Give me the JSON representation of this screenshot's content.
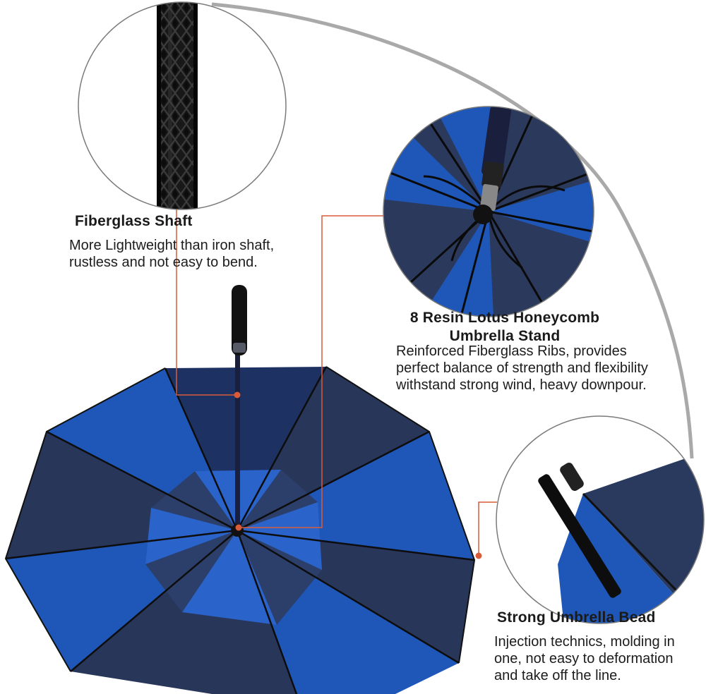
{
  "colors": {
    "accent_line": "#d95c3a",
    "arc": "#a9a9a9",
    "canopy_blue": "#1f57b8",
    "canopy_navy": "#2a3a5e",
    "shaft": "#141414"
  },
  "features": [
    {
      "title": "Fiberglass Shaft",
      "lines": [
        "More Lightweight than iron shaft,",
        "rustless and not easy to bend."
      ],
      "icon": "fiberglass-shaft-closeup"
    },
    {
      "title_lines": [
        "8 Resin Lotus Honeycomb",
        "Umbrella Stand"
      ],
      "lines": [
        "Reinforced Fiberglass Ribs, provides",
        "perfect balance of strength and flexibility",
        "withstand strong wind, heavy downpour."
      ],
      "icon": "umbrella-stand-closeup"
    },
    {
      "title": "Strong Umbrella Bead",
      "lines": [
        "Injection technics, molding in",
        "one, not easy to deformation",
        "and take off the line."
      ],
      "icon": "umbrella-bead-closeup"
    }
  ]
}
